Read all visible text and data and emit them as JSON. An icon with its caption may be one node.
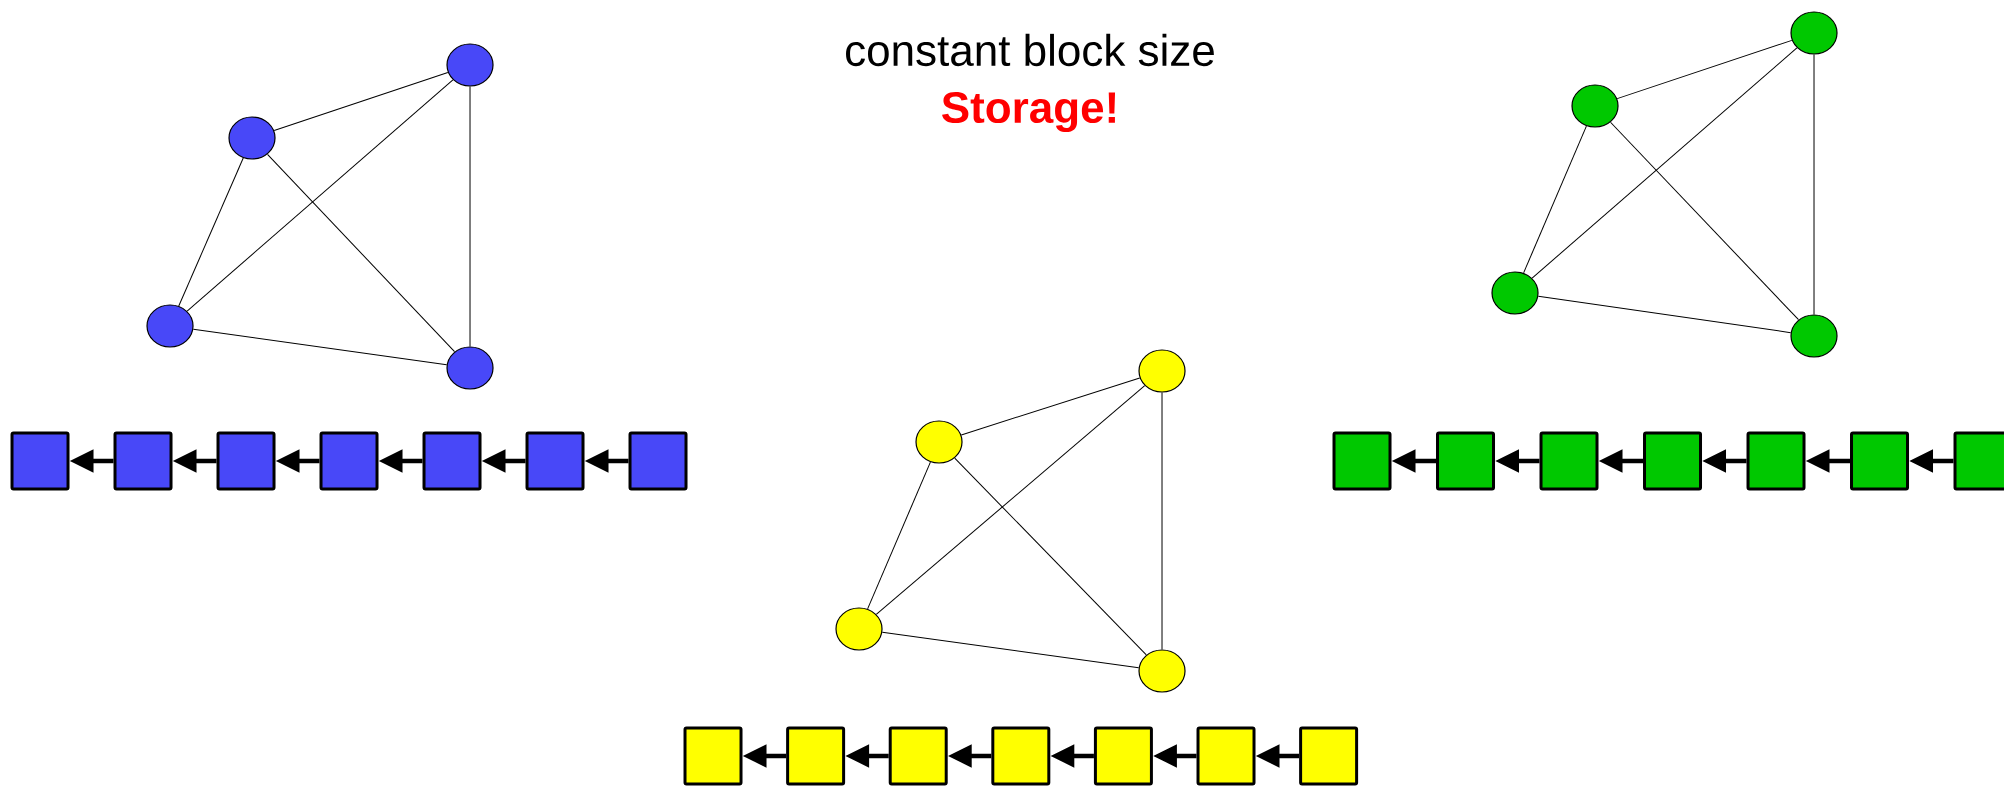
{
  "diagram": {
    "title": "constant block size",
    "nodes": [
      {
        "text": [],
        "shape": "circle"
      },
      {
        "text": [],
        "shape": "circle"
      },
      {
        "text": [],
        "shape": "circle"
      },
      {
        "text": [],
        "shape": "circle"
      },
      {
        "text": [],
        "shape": "box"
      },
      {
        "text": [],
        "shape": "box"
      },
      {
        "text": [],
        "shape": "box"
      },
      {
        "text": [],
        "shape": "box"
      },
      {
        "text": [],
        "shape": "box"
      },
      {
        "text": [],
        "shape": "box"
      },
      {
        "text": [],
        "shape": "box"
      },
      {
        "text": [],
        "shape": "circle"
      },
      {
        "text": [],
        "shape": "circle"
      },
      {
        "text": [],
        "shape": "circle"
      },
      {
        "text": [],
        "shape": "circle"
      },
      {
        "text": [],
        "shape": "box"
      },
      {
        "text": [],
        "shape": "box"
      },
      {
        "text": [],
        "shape": "box"
      },
      {
        "text": [],
        "shape": "box"
      },
      {
        "text": [],
        "shape": "box"
      },
      {
        "text": [],
        "shape": "box"
      },
      {
        "text": [],
        "shape": "box"
      },
      {
        "text": [],
        "shape": "circle"
      },
      {
        "text": [],
        "shape": "circle"
      },
      {
        "text": [],
        "shape": "circle"
      },
      {
        "text": [],
        "shape": "circle"
      },
      {
        "text": [],
        "shape": "box"
      },
      {
        "text": [],
        "shape": "box"
      },
      {
        "text": [],
        "shape": "box"
      },
      {
        "text": [],
        "shape": "box"
      },
      {
        "text": [],
        "shape": "box"
      },
      {
        "text": [],
        "shape": "box"
      },
      {
        "text": [],
        "shape": "box"
      }
    ],
    "edges": [
      {
        "from": 0,
        "to": 1,
        "arrow": "none"
      },
      {
        "from": 0,
        "to": 2,
        "arrow": "none"
      },
      {
        "from": 0,
        "to": 3,
        "arrow": "none"
      },
      {
        "from": 1,
        "to": 2,
        "arrow": "none"
      },
      {
        "from": 1,
        "to": 3,
        "arrow": "none"
      },
      {
        "from": 2,
        "to": 3,
        "arrow": "none"
      },
      {
        "from": 5,
        "to": 4,
        "arrow": "to",
        "style": "thick"
      },
      {
        "from": 6,
        "to": 5,
        "arrow": "to",
        "style": "thick"
      },
      {
        "from": 7,
        "to": 6,
        "arrow": "to",
        "style": "thick"
      },
      {
        "from": 8,
        "to": 7,
        "arrow": "to",
        "style": "thick"
      },
      {
        "from": 9,
        "to": 8,
        "arrow": "to",
        "style": "thick"
      },
      {
        "from": 10,
        "to": 9,
        "arrow": "to",
        "style": "thick"
      },
      {
        "from": 11,
        "to": 12,
        "arrow": "none"
      },
      {
        "from": 11,
        "to": 13,
        "arrow": "none"
      },
      {
        "from": 11,
        "to": 14,
        "arrow": "none"
      },
      {
        "from": 12,
        "to": 13,
        "arrow": "none"
      },
      {
        "from": 12,
        "to": 14,
        "arrow": "none"
      },
      {
        "from": 13,
        "to": 14,
        "arrow": "none"
      },
      {
        "from": 16,
        "to": 15,
        "arrow": "to",
        "style": "thick"
      },
      {
        "from": 17,
        "to": 16,
        "arrow": "to",
        "style": "thick"
      },
      {
        "from": 18,
        "to": 17,
        "arrow": "to",
        "style": "thick"
      },
      {
        "from": 19,
        "to": 18,
        "arrow": "to",
        "style": "thick"
      },
      {
        "from": 20,
        "to": 19,
        "arrow": "to",
        "style": "thick"
      },
      {
        "from": 21,
        "to": 20,
        "arrow": "to",
        "style": "thick"
      },
      {
        "from": 22,
        "to": 23,
        "arrow": "none"
      },
      {
        "from": 22,
        "to": 24,
        "arrow": "none"
      },
      {
        "from": 22,
        "to": 25,
        "arrow": "none"
      },
      {
        "from": 23,
        "to": 24,
        "arrow": "none"
      },
      {
        "from": 23,
        "to": 25,
        "arrow": "none"
      },
      {
        "from": 24,
        "to": 25,
        "arrow": "none"
      },
      {
        "from": 27,
        "to": 26,
        "arrow": "to",
        "style": "thick"
      },
      {
        "from": 28,
        "to": 27,
        "arrow": "to",
        "style": "thick"
      },
      {
        "from": 29,
        "to": 28,
        "arrow": "to",
        "style": "thick"
      },
      {
        "from": 30,
        "to": 29,
        "arrow": "to",
        "style": "thick"
      },
      {
        "from": 31,
        "to": 30,
        "arrow": "to",
        "style": "thick"
      },
      {
        "from": 32,
        "to": 31,
        "arrow": "to",
        "style": "thick"
      }
    ],
    "labels": [
      "Storage!"
    ]
  }
}
